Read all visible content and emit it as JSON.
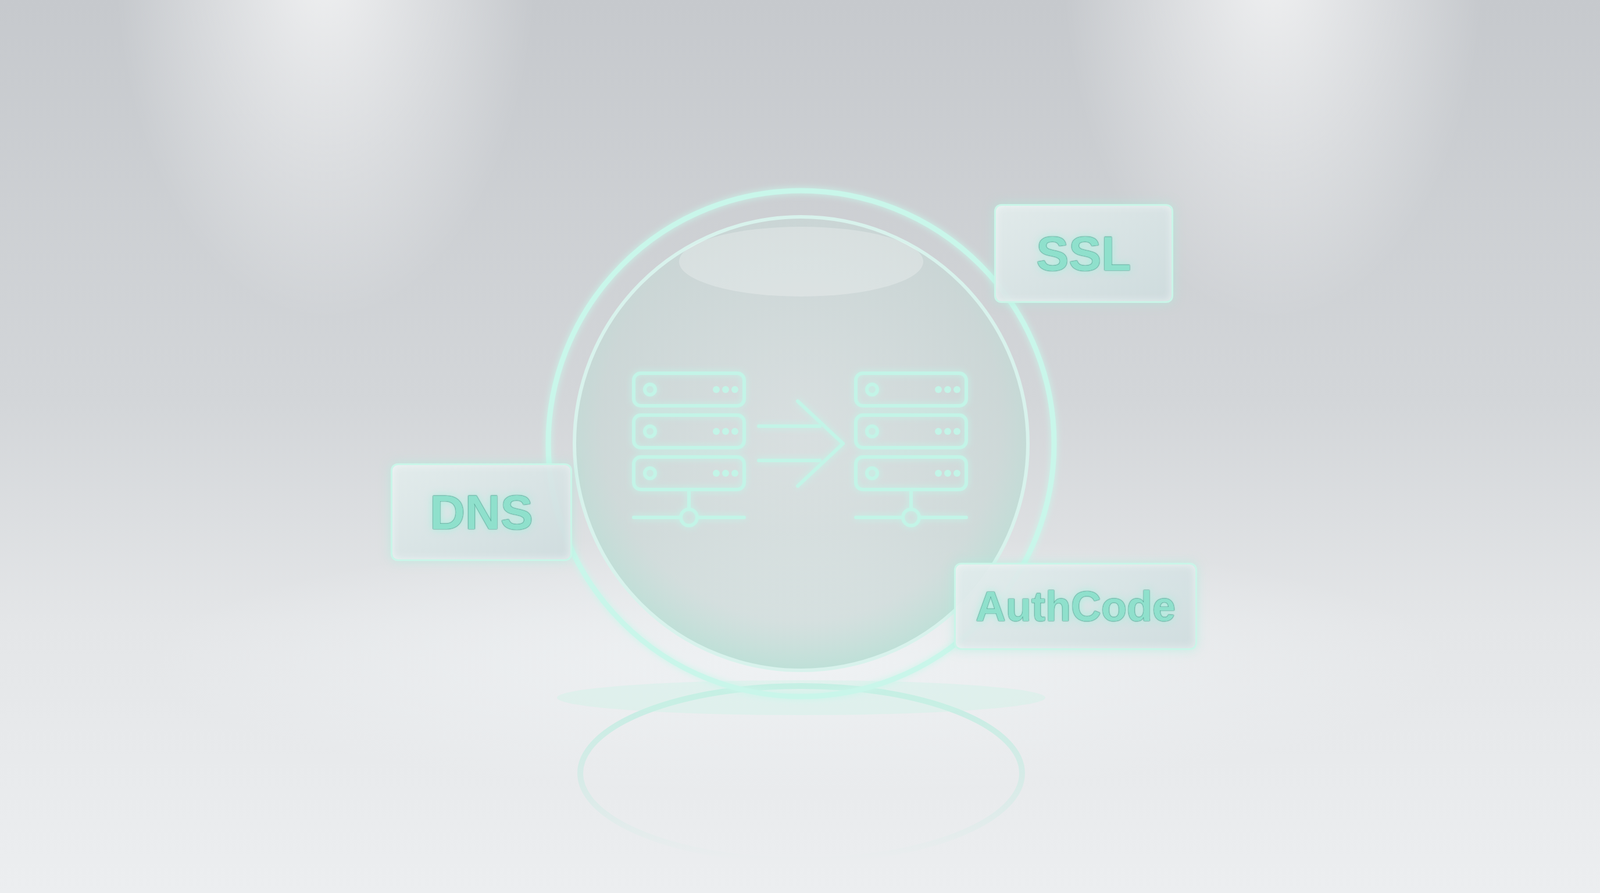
{
  "diagram": {
    "nodes": [
      {
        "text": [
          "SSL"
        ]
      },
      {
        "text": [
          "DNS"
        ]
      },
      {
        "text": [
          "AuthCode"
        ]
      }
    ]
  }
}
